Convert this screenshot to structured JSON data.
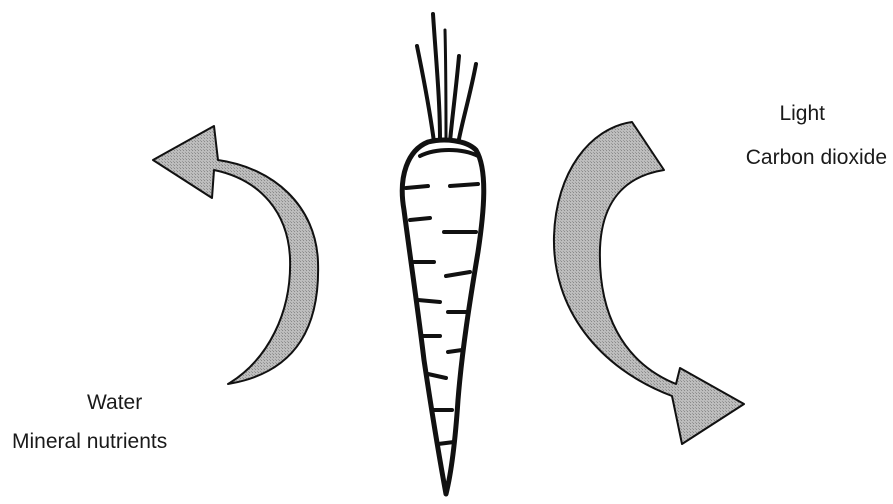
{
  "colors": {
    "arrow_fill": "#b4b4b4",
    "outline": "#111111",
    "background": "#ffffff"
  },
  "labels": {
    "light": "Light",
    "carbon_dioxide": "Carbon dioxide",
    "water": "Water",
    "mineral_nutrients": "Mineral nutrients"
  },
  "icons": {
    "left_arrow": "curved-arrow-up-left-icon",
    "right_arrow": "curved-arrow-down-right-icon",
    "plant": "carrot-icon"
  }
}
